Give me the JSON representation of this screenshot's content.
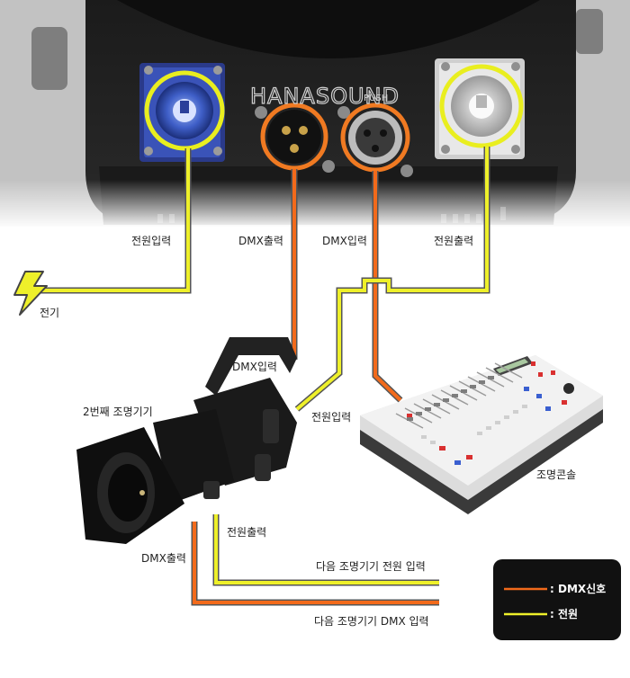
{
  "watermark": "HANASOUND",
  "push_label": "PUSH",
  "labels": {
    "power_in": "전원입력",
    "dmx_out": "DMX출력",
    "dmx_in": "DMX입력",
    "power_out": "전원출력",
    "electricity": "전기",
    "fixture_dmx_in": "DMX입력",
    "second_fixture": "2번째 조명기기",
    "fixture_power_in": "전원입력",
    "console": "조명콘솔",
    "fixture_power_out": "전원출력",
    "fixture_dmx_out": "DMX출력",
    "next_power_in": "다음 조명기기 전원 입력",
    "next_dmx_in": "다음 조명기기 DMX 입력"
  },
  "legend": {
    "dmx_signal": ": DMX신호",
    "power": ": 전원"
  },
  "colors": {
    "dmx": "#f26a1b",
    "power": "#eef02a",
    "connector_ring_yellow": "#e9ee1f",
    "connector_ring_orange": "#f07a22"
  }
}
